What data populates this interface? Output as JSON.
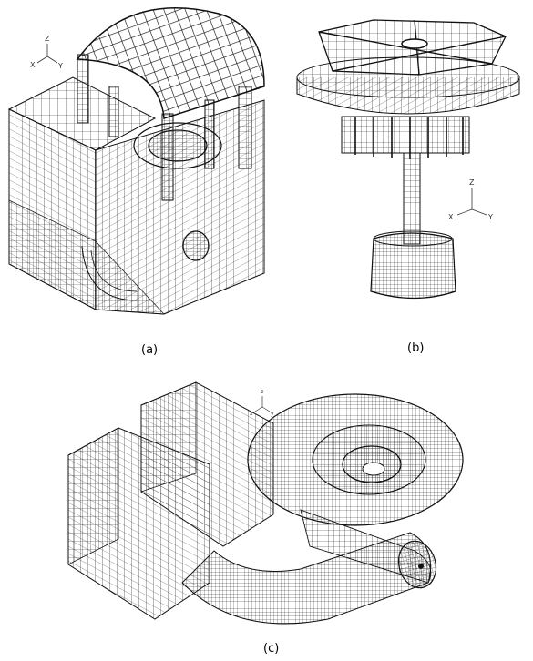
{
  "panels": [
    {
      "caption": "(a)"
    },
    {
      "caption": "(b)"
    },
    {
      "caption": "(c)"
    }
  ],
  "axes_a": {
    "z": "Z",
    "x": "X",
    "y": "Y"
  },
  "axes_b": {
    "z": "Z",
    "x": "X",
    "y": "Y"
  },
  "axes_c": {
    "z": "z",
    "x": "x",
    "y": "y"
  },
  "colors": {
    "mesh": "#1a1a1a",
    "background": "#ffffff"
  }
}
